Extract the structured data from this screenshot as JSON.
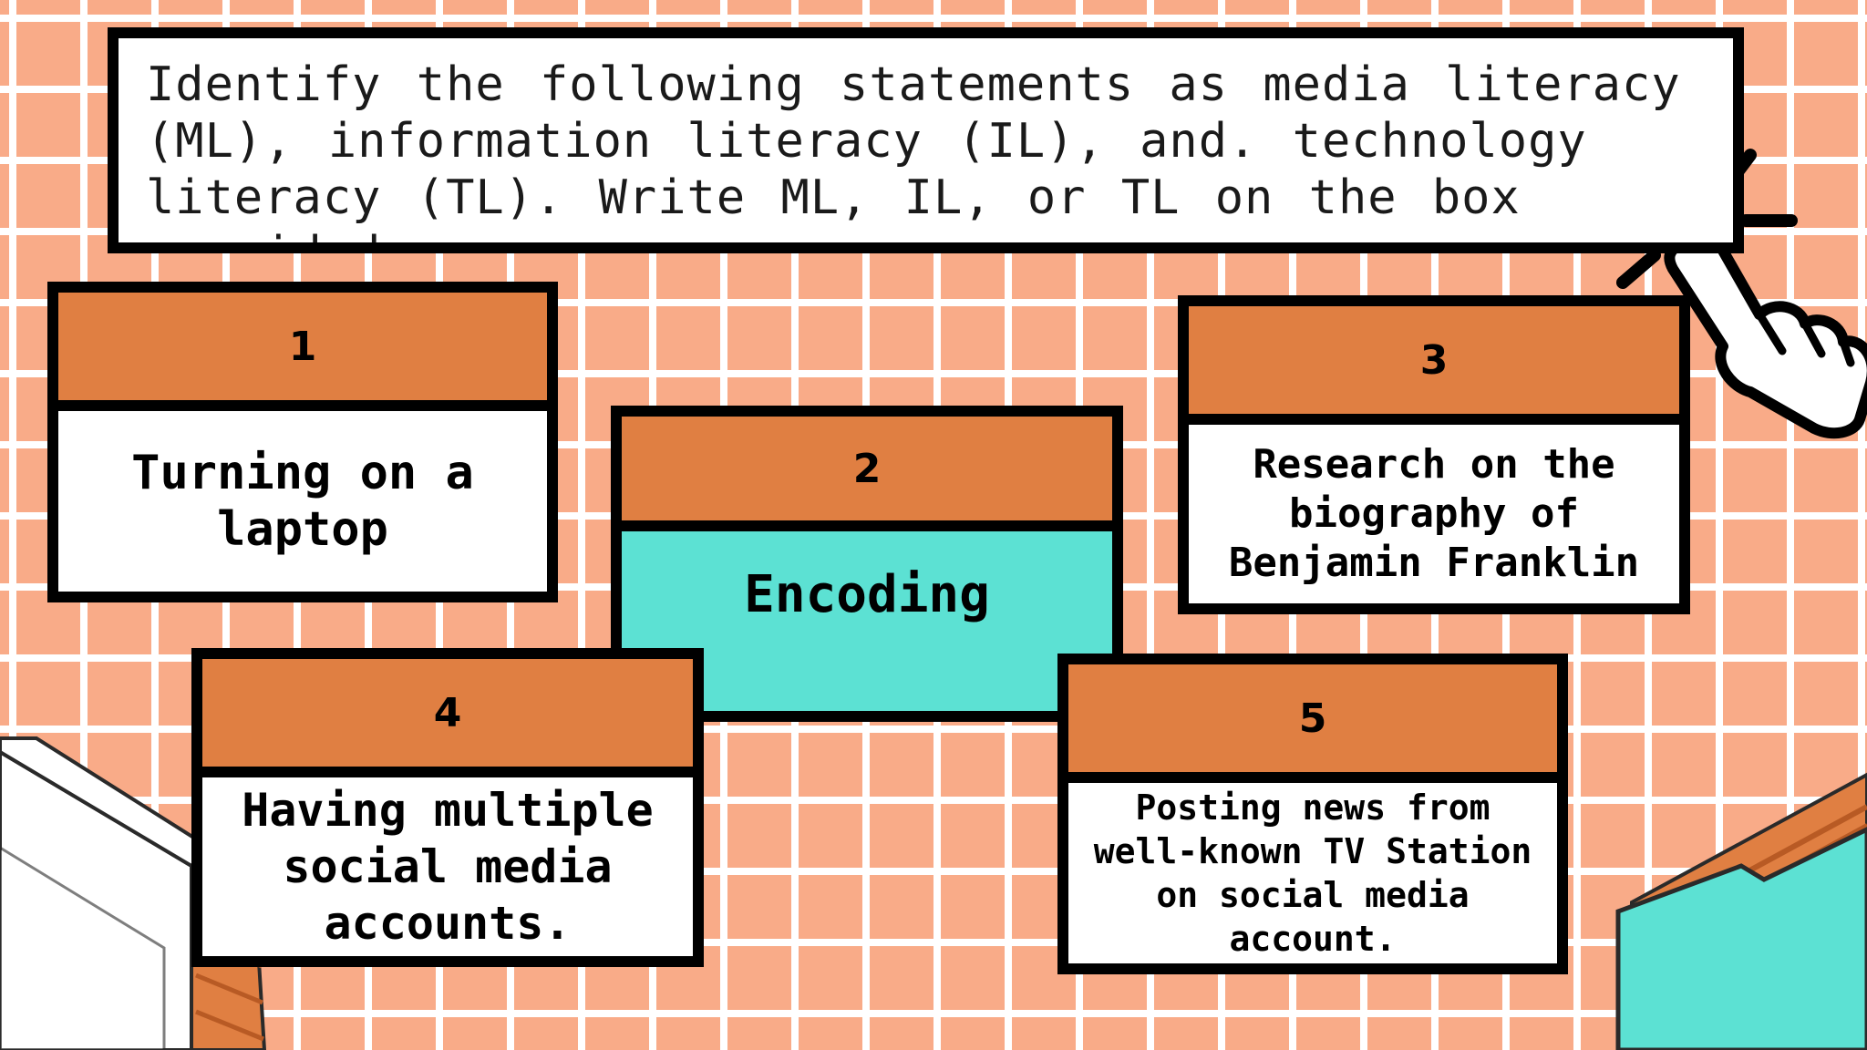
{
  "instruction": {
    "text": "Identify the following statements as media literacy (ML), information literacy (IL), and. technology literacy (TL). Write ML, IL, or TL on the box provided"
  },
  "cards": [
    {
      "number": "1",
      "statement": "Turning on a laptop"
    },
    {
      "number": "2",
      "statement": "Encoding"
    },
    {
      "number": "3",
      "statement": "Research on the biography of Benjamin Franklin"
    },
    {
      "number": "4",
      "statement": "Having multiple social media accounts."
    },
    {
      "number": "5",
      "statement": "Posting news from well-known TV Station on social media account."
    }
  ],
  "icons": {
    "pointer": "pointing-hand-click-icon",
    "books": "book-stack-icon",
    "folder": "folder-icon"
  },
  "colors": {
    "background": "#f9ab88",
    "grid_line": "#ffffff",
    "card_header": "#e07f42",
    "highlight": "#5ce1d3",
    "border": "#000000"
  }
}
